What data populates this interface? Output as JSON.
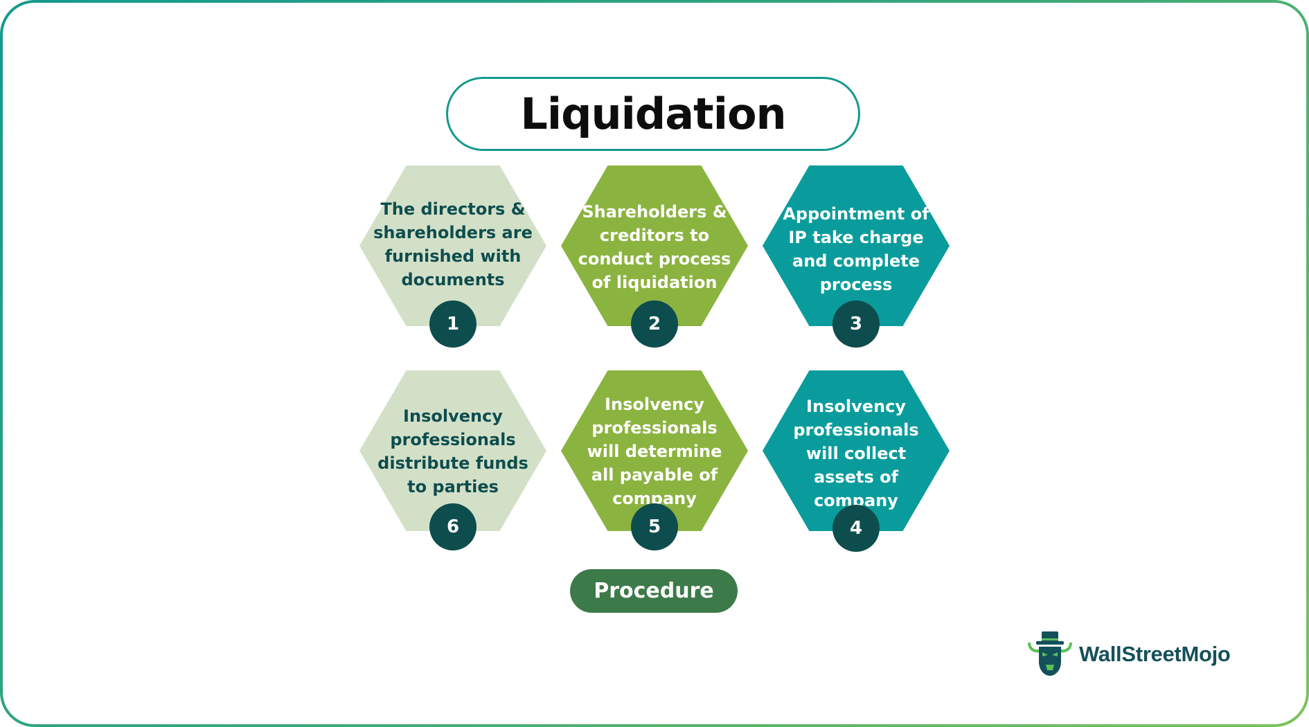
{
  "title": "Liquidation",
  "footer_label": "Procedure",
  "brand": "WallStreetMojo",
  "colors": {
    "light_green": "#d3e0c8",
    "olive_green": "#8bb340",
    "teal": "#0a9c9c",
    "badge": "#0e4d4e",
    "dark_text": "#0e4d4e",
    "procedure": "#3d7a4a",
    "border": "#14998f"
  },
  "steps": [
    {
      "number": "1",
      "text": "The directors & shareholders are furnished with documents"
    },
    {
      "number": "2",
      "text": "Shareholders & creditors to conduct process of liquidation"
    },
    {
      "number": "3",
      "text": "Appointment of IP take charge and complete process"
    },
    {
      "number": "4",
      "text": "Insolvency professionals will collect assets of company"
    },
    {
      "number": "5",
      "text": "Insolvency professionals will determine all payable of company"
    },
    {
      "number": "6",
      "text": "Insolvency professionals distribute funds to parties"
    }
  ]
}
